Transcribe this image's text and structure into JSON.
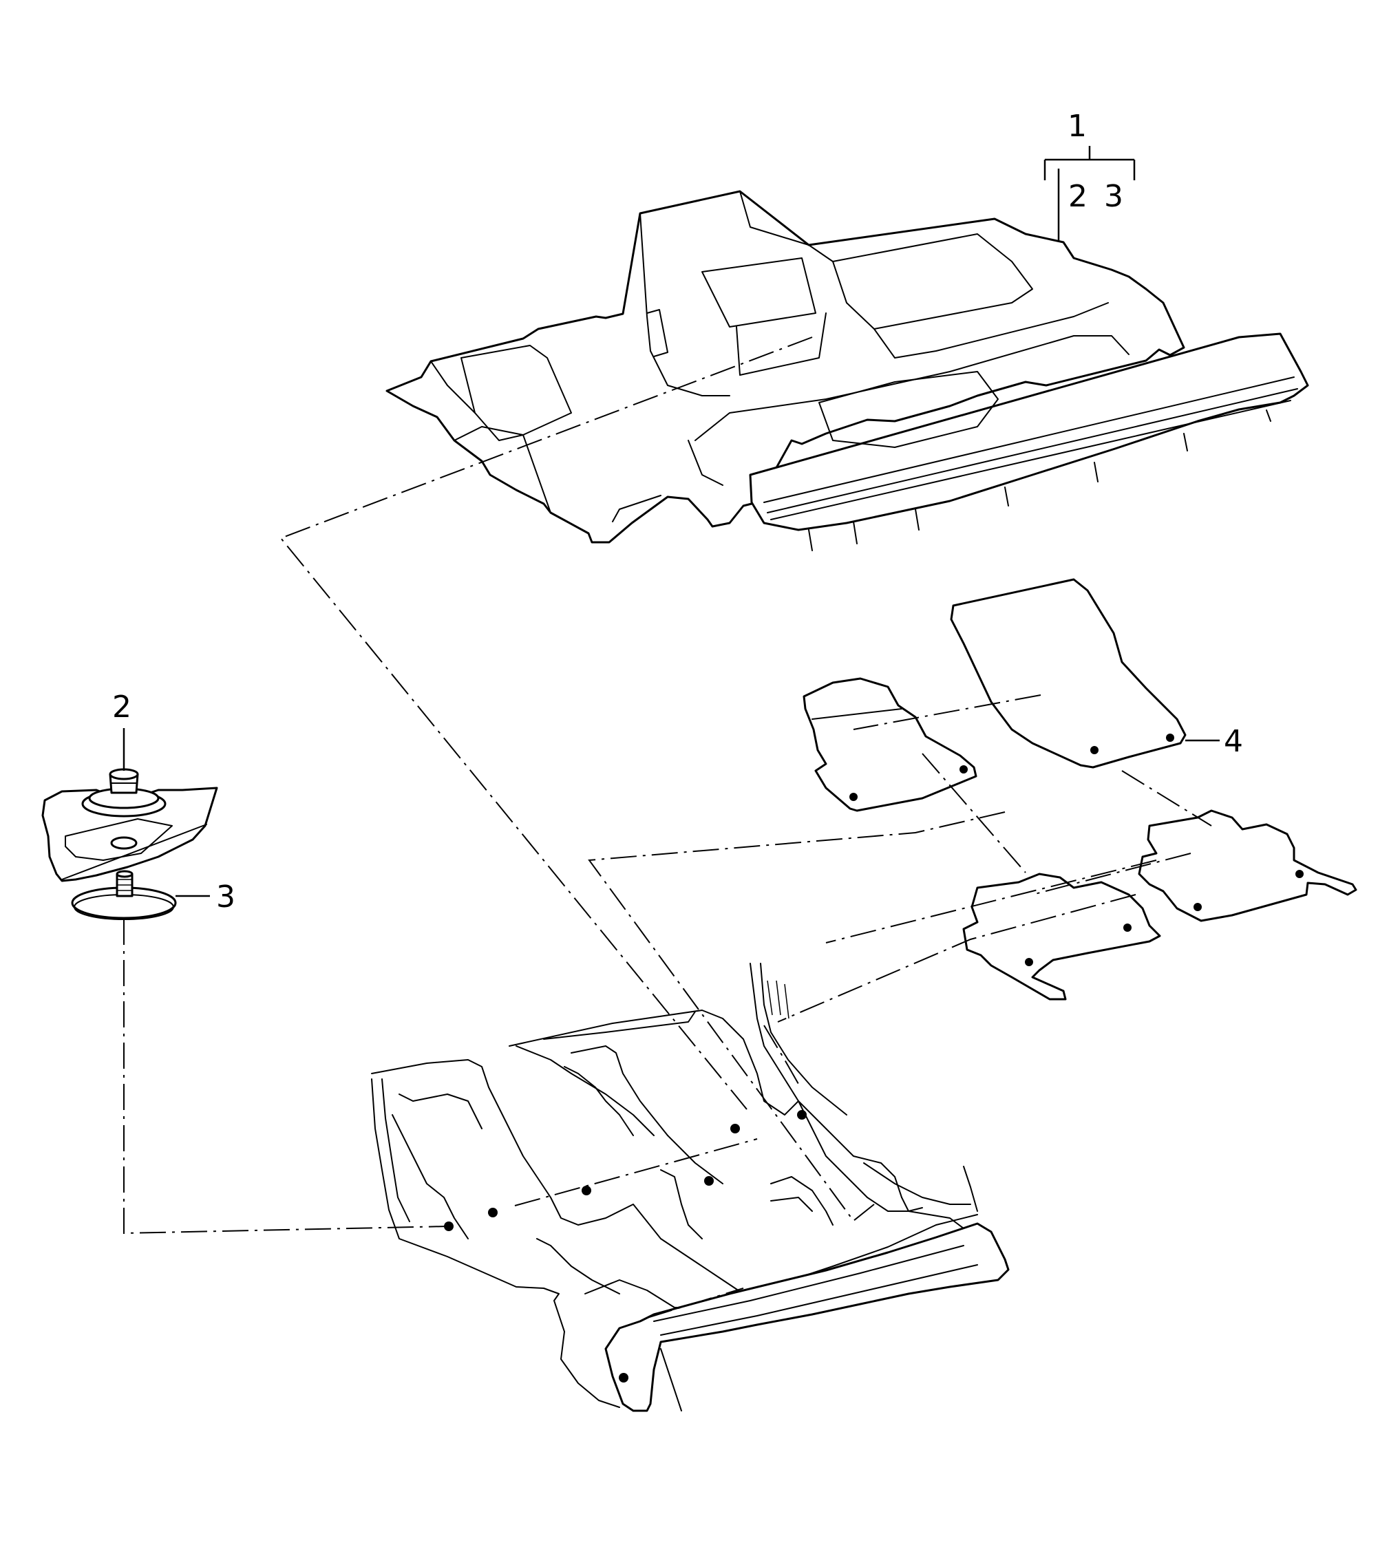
{
  "callouts": {
    "assembly": "1",
    "sub_a": "2",
    "sub_b": "3",
    "mats": "4",
    "fastener": "2",
    "washer": "3"
  }
}
